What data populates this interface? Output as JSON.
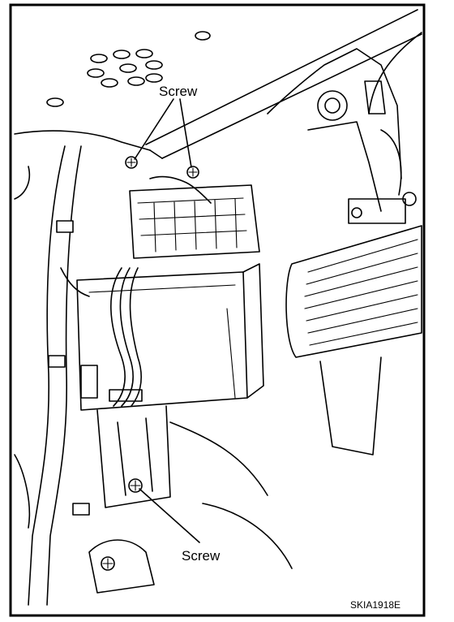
{
  "labels": {
    "screw_top": "Screw",
    "screw_bottom": "Screw",
    "figure_code": "SKIA1918E"
  },
  "colors": {
    "ink": "#000000",
    "paper": "#ffffff"
  }
}
